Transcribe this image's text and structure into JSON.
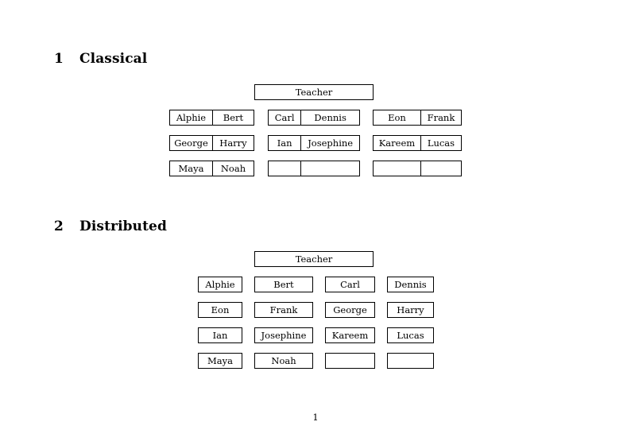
{
  "document": {
    "page_number": "1"
  },
  "sections": [
    {
      "number": "1",
      "title": "Classical",
      "teacher_label": "Teacher",
      "groups": [
        {
          "rows": [
            {
              "left": "Alphie",
              "right": "Bert"
            },
            {
              "left": "George",
              "right": "Harry"
            },
            {
              "left": "Maya",
              "right": "Noah"
            }
          ]
        },
        {
          "rows": [
            {
              "left": "Carl",
              "right": "Dennis"
            },
            {
              "left": "Ian",
              "right": "Josephine"
            },
            {
              "left": "",
              "right": ""
            }
          ]
        },
        {
          "rows": [
            {
              "left": "Eon",
              "right": "Frank"
            },
            {
              "left": "Kareem",
              "right": "Lucas"
            },
            {
              "left": "",
              "right": ""
            }
          ]
        }
      ]
    },
    {
      "number": "2",
      "title": "Distributed",
      "teacher_label": "Teacher",
      "grid": [
        [
          "Alphie",
          "Bert",
          "Carl",
          "Dennis"
        ],
        [
          "Eon",
          "Frank",
          "George",
          "Harry"
        ],
        [
          "Ian",
          "Josephine",
          "Kareem",
          "Lucas"
        ],
        [
          "Maya",
          "Noah",
          "",
          ""
        ]
      ]
    }
  ]
}
